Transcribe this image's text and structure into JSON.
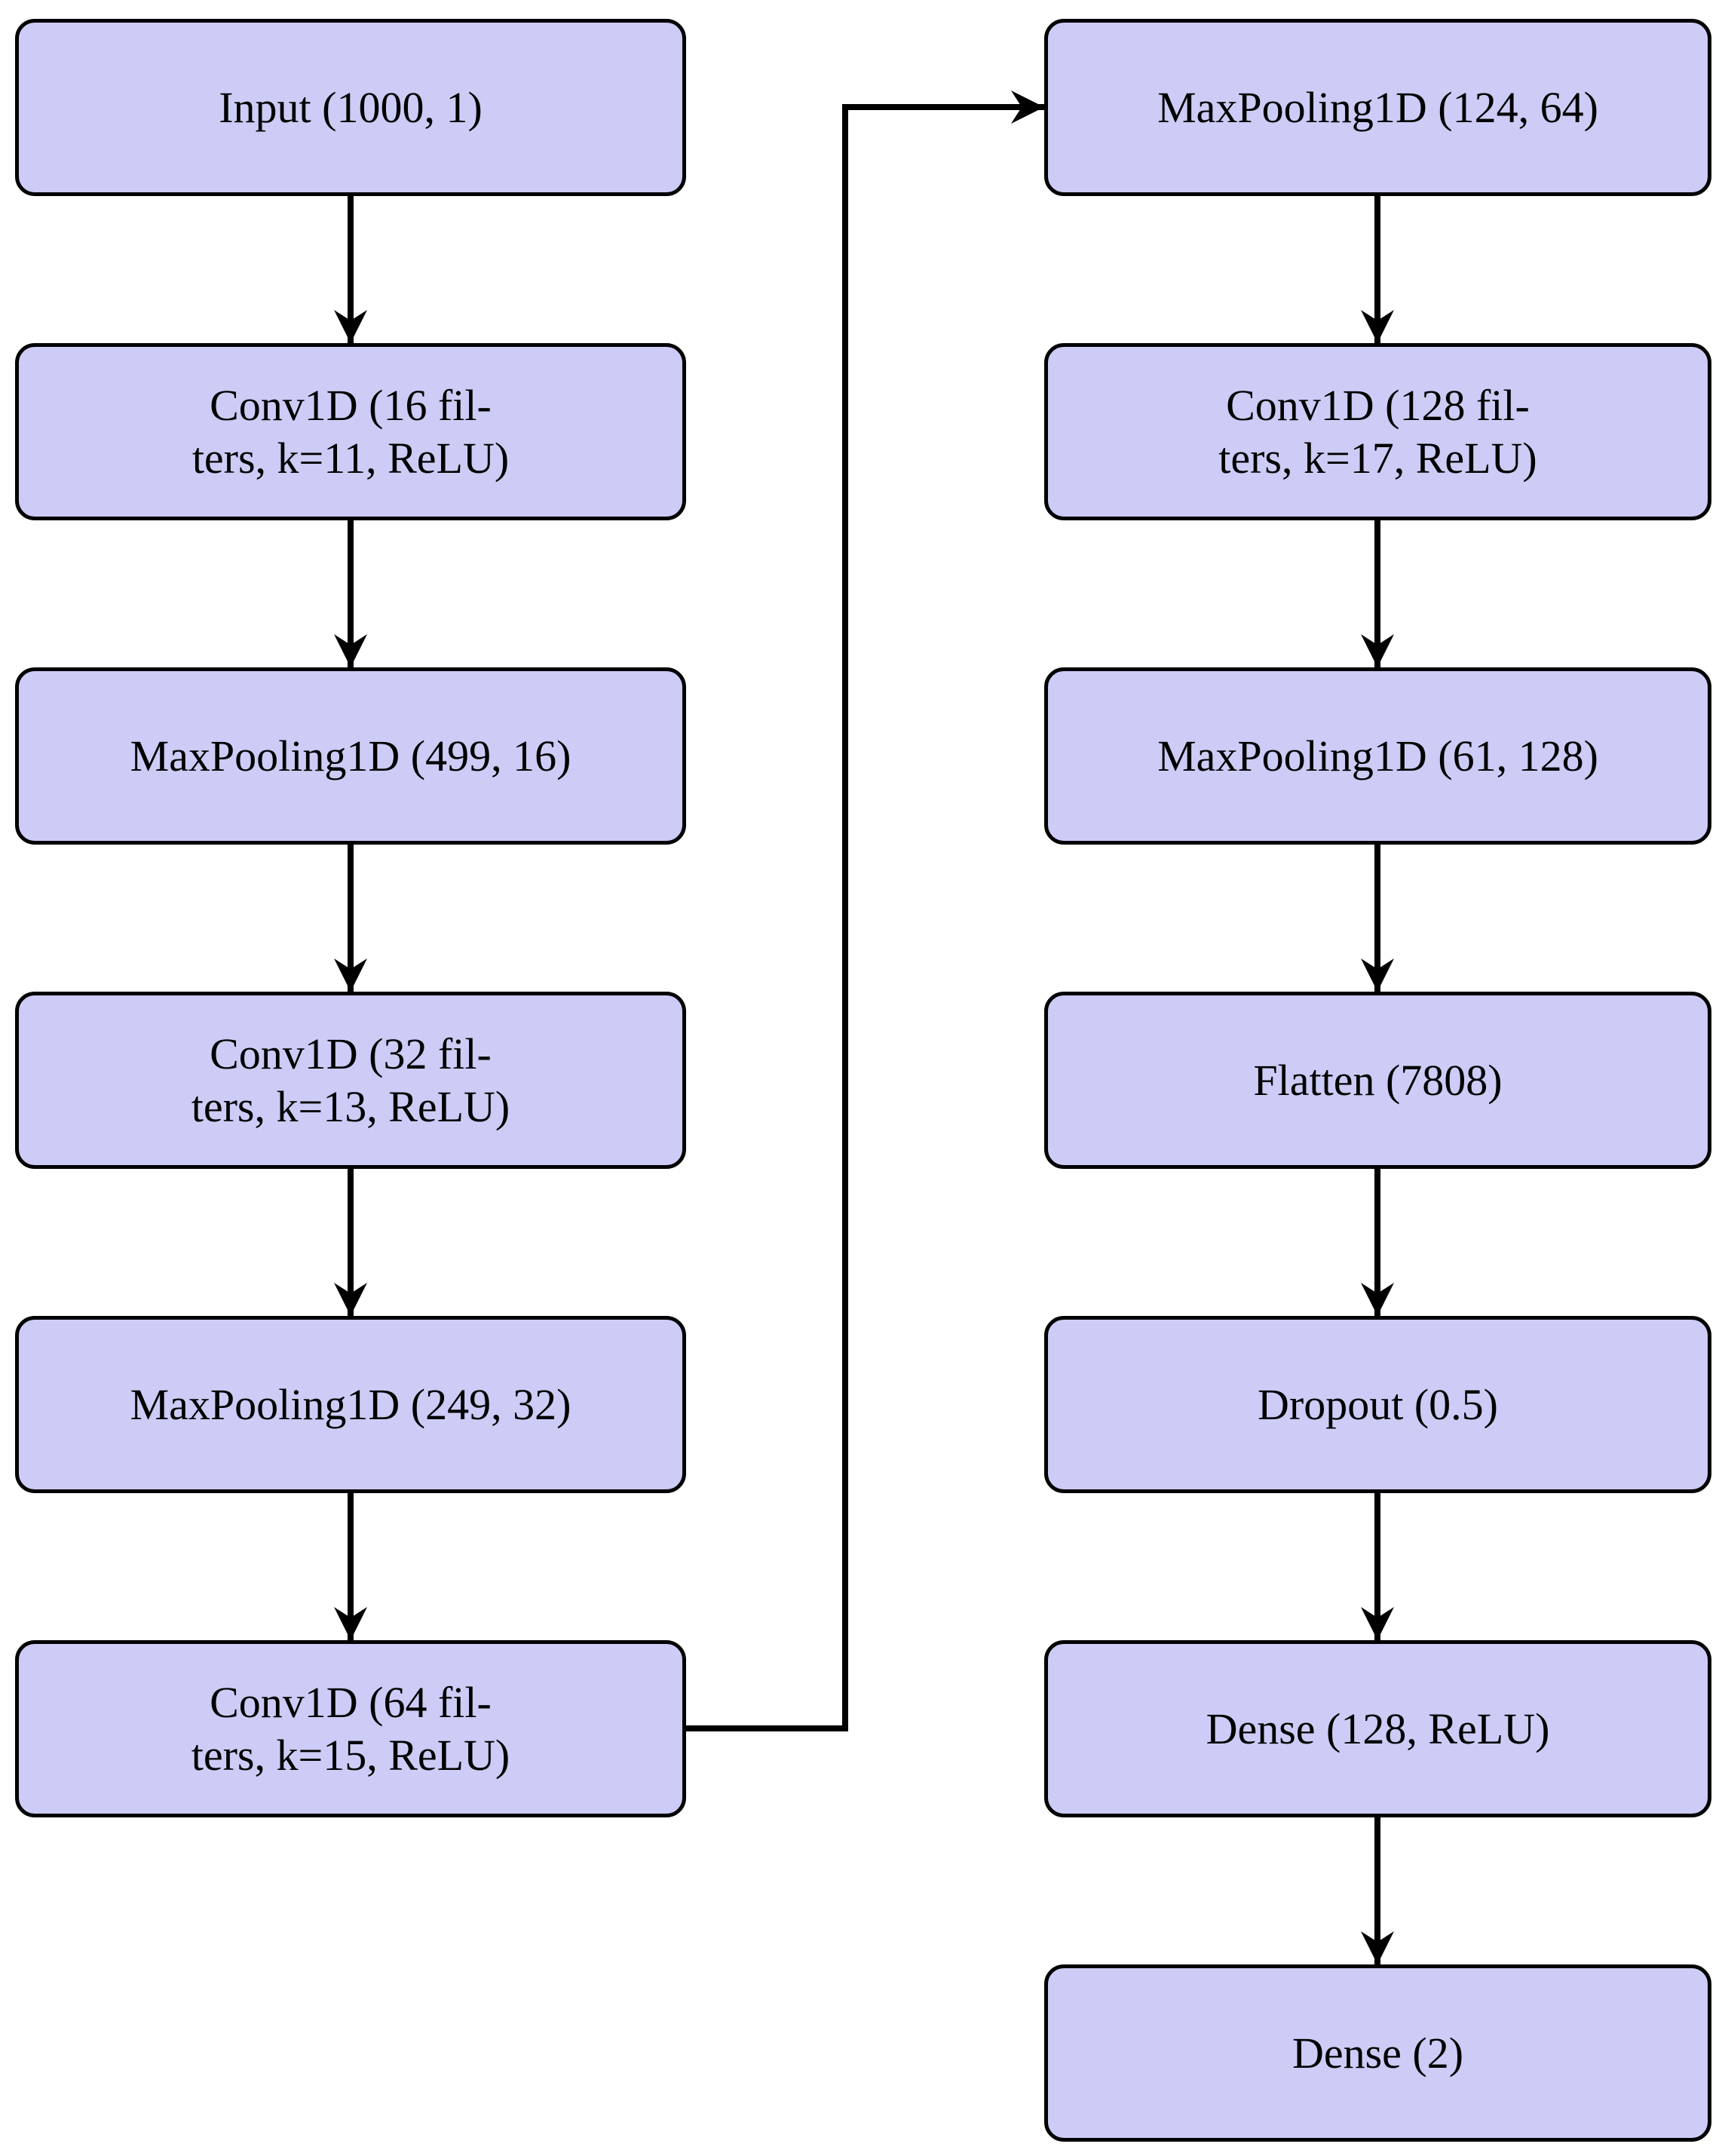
{
  "theme": {
    "background": "#ffffff",
    "node_fill": "#ccccf6",
    "node_border": "#000000",
    "text_color": "#000000",
    "edge_color": "#000000"
  },
  "diagram": {
    "type": "neural-network-architecture-flowchart",
    "left_nodes": [
      {
        "id": "input",
        "label": "Input (1000, 1)"
      },
      {
        "id": "conv16",
        "label": "Conv1D (16 fil-\nters, k=11, ReLU)"
      },
      {
        "id": "mp499",
        "label": "MaxPooling1D (499, 16)"
      },
      {
        "id": "conv32",
        "label": "Conv1D (32 fil-\nters, k=13, ReLU)"
      },
      {
        "id": "mp249",
        "label": "MaxPooling1D (249, 32)"
      },
      {
        "id": "conv64",
        "label": "Conv1D (64 fil-\nters, k=15, ReLU)"
      }
    ],
    "right_nodes": [
      {
        "id": "mp124",
        "label": "MaxPooling1D (124, 64)"
      },
      {
        "id": "conv128",
        "label": "Conv1D (128 fil-\nters, k=17, ReLU)"
      },
      {
        "id": "mp61",
        "label": "MaxPooling1D (61, 128)"
      },
      {
        "id": "flatten",
        "label": "Flatten (7808)"
      },
      {
        "id": "dropout",
        "label": "Dropout (0.5)"
      },
      {
        "id": "dense128",
        "label": "Dense (128, ReLU)"
      },
      {
        "id": "dense2",
        "label": "Dense (2)"
      }
    ],
    "edges": [
      {
        "from": "input",
        "to": "conv16"
      },
      {
        "from": "conv16",
        "to": "mp499"
      },
      {
        "from": "mp499",
        "to": "conv32"
      },
      {
        "from": "conv32",
        "to": "mp249"
      },
      {
        "from": "mp249",
        "to": "conv64"
      },
      {
        "from": "conv64",
        "to": "mp124"
      },
      {
        "from": "mp124",
        "to": "conv128"
      },
      {
        "from": "conv128",
        "to": "mp61"
      },
      {
        "from": "mp61",
        "to": "flatten"
      },
      {
        "from": "flatten",
        "to": "dropout"
      },
      {
        "from": "dropout",
        "to": "dense128"
      },
      {
        "from": "dense128",
        "to": "dense2"
      }
    ]
  }
}
